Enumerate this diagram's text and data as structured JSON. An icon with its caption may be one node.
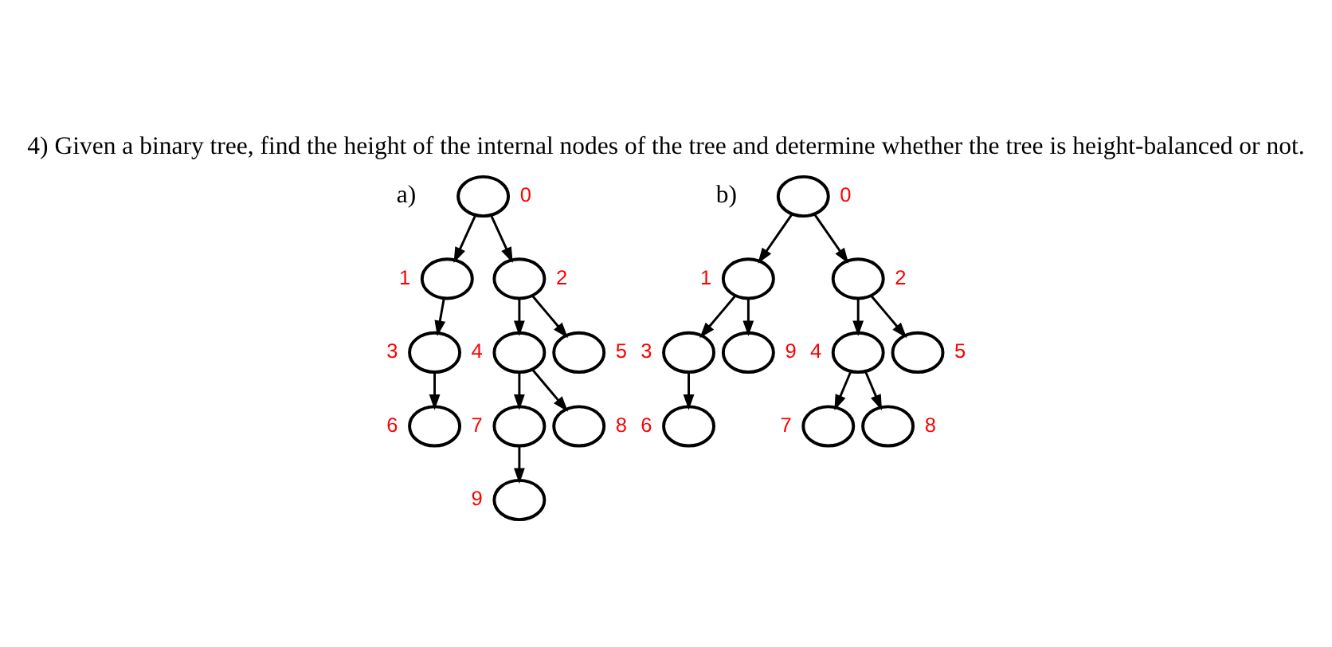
{
  "diagram": {
    "title": "4) Given a binary tree, find the height of the internal nodes of the tree and determine whether the tree is height-balanced or not.",
    "nodes": [
      {
        "text": [],
        "shape": "circle",
        "beside": [
          "0"
        ]
      },
      {
        "text": [],
        "shape": "circle",
        "beside": [
          "1"
        ]
      },
      {
        "text": [],
        "shape": "circle",
        "beside": [
          "2"
        ]
      },
      {
        "text": [],
        "shape": "circle",
        "beside": [
          "3"
        ]
      },
      {
        "text": [],
        "shape": "circle",
        "beside": [
          "4"
        ]
      },
      {
        "text": [],
        "shape": "circle",
        "beside": [
          "5"
        ]
      },
      {
        "text": [],
        "shape": "circle",
        "beside": [
          "6"
        ]
      },
      {
        "text": [],
        "shape": "circle",
        "beside": [
          "7"
        ]
      },
      {
        "text": [],
        "shape": "circle",
        "beside": [
          "8"
        ]
      },
      {
        "text": [],
        "shape": "circle",
        "beside": [
          "9"
        ]
      },
      {
        "text": [],
        "shape": "circle",
        "beside": [
          "0"
        ]
      },
      {
        "text": [],
        "shape": "circle",
        "beside": [
          "1"
        ]
      },
      {
        "text": [],
        "shape": "circle",
        "beside": [
          "2"
        ]
      },
      {
        "text": [],
        "shape": "circle",
        "beside": [
          "3"
        ]
      },
      {
        "text": [],
        "shape": "circle",
        "beside": [
          "9"
        ]
      },
      {
        "text": [],
        "shape": "circle",
        "beside": [
          "4"
        ]
      },
      {
        "text": [],
        "shape": "circle",
        "beside": [
          "5"
        ]
      },
      {
        "text": [],
        "shape": "circle",
        "beside": [
          "6"
        ]
      },
      {
        "text": [],
        "shape": "circle",
        "beside": [
          "7"
        ]
      },
      {
        "text": [],
        "shape": "circle",
        "beside": [
          "8"
        ]
      }
    ],
    "edges": [
      {
        "from": 0,
        "to": 1,
        "arrow": "to"
      },
      {
        "from": 0,
        "to": 2,
        "arrow": "to"
      },
      {
        "from": 1,
        "to": 3,
        "arrow": "to"
      },
      {
        "from": 2,
        "to": 4,
        "arrow": "to"
      },
      {
        "from": 2,
        "to": 5,
        "arrow": "to"
      },
      {
        "from": 3,
        "to": 6,
        "arrow": "to"
      },
      {
        "from": 4,
        "to": 7,
        "arrow": "to"
      },
      {
        "from": 4,
        "to": 8,
        "arrow": "to"
      },
      {
        "from": 7,
        "to": 9,
        "arrow": "to"
      },
      {
        "from": 10,
        "to": 11,
        "arrow": "to"
      },
      {
        "from": 10,
        "to": 12,
        "arrow": "to"
      },
      {
        "from": 11,
        "to": 13,
        "arrow": "to"
      },
      {
        "from": 11,
        "to": 14,
        "arrow": "to"
      },
      {
        "from": 12,
        "to": 15,
        "arrow": "to"
      },
      {
        "from": 12,
        "to": 16,
        "arrow": "to"
      },
      {
        "from": 13,
        "to": 17,
        "arrow": "to"
      },
      {
        "from": 15,
        "to": 18,
        "arrow": "to"
      },
      {
        "from": 15,
        "to": 19,
        "arrow": "to"
      }
    ],
    "labels": [
      "a)",
      "b)"
    ]
  }
}
